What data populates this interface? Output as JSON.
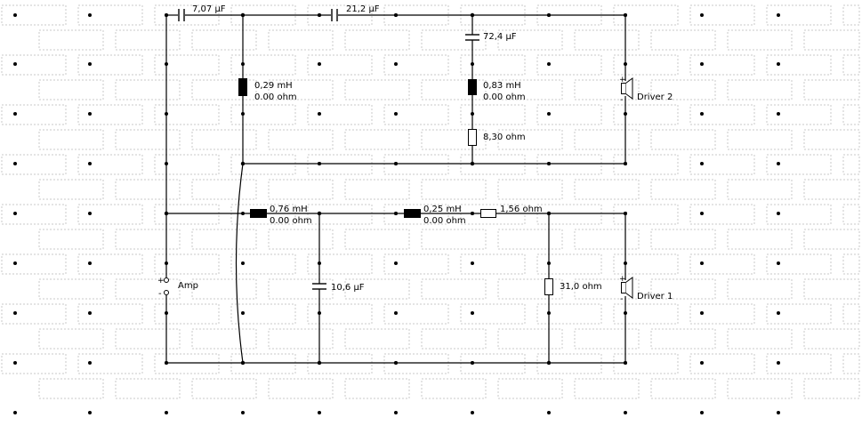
{
  "components": {
    "c_series_1": {
      "value": "7,07 µF"
    },
    "c_series_2": {
      "value": "21,2 µF"
    },
    "c_shunt_hf": {
      "value": "72,4 µF"
    },
    "l_shunt_hf_1": {
      "value": "0,29 mH",
      "resistance": "0.00 ohm"
    },
    "l_shunt_hf_2": {
      "value": "0,83 mH",
      "resistance": "0.00 ohm"
    },
    "r_shunt_hf": {
      "value": "8,30 ohm"
    },
    "l_series_lf_1": {
      "value": "0,76 mH",
      "resistance": "0.00 ohm"
    },
    "l_series_lf_2": {
      "value": "0,25 mH",
      "resistance": "0.00 ohm"
    },
    "r_series_lf": {
      "value": "1,56 ohm"
    },
    "c_shunt_lf": {
      "value": "10,6 µF"
    },
    "r_shunt_lf": {
      "value": "31,0 ohm"
    }
  },
  "drivers": [
    {
      "id": "driver2",
      "label": "Driver 2"
    },
    {
      "id": "driver1",
      "label": "Driver 1"
    }
  ],
  "amp": {
    "label": "Amp",
    "plus": "+",
    "minus": "-"
  },
  "polarity": {
    "plus": "+",
    "minus": "-"
  }
}
